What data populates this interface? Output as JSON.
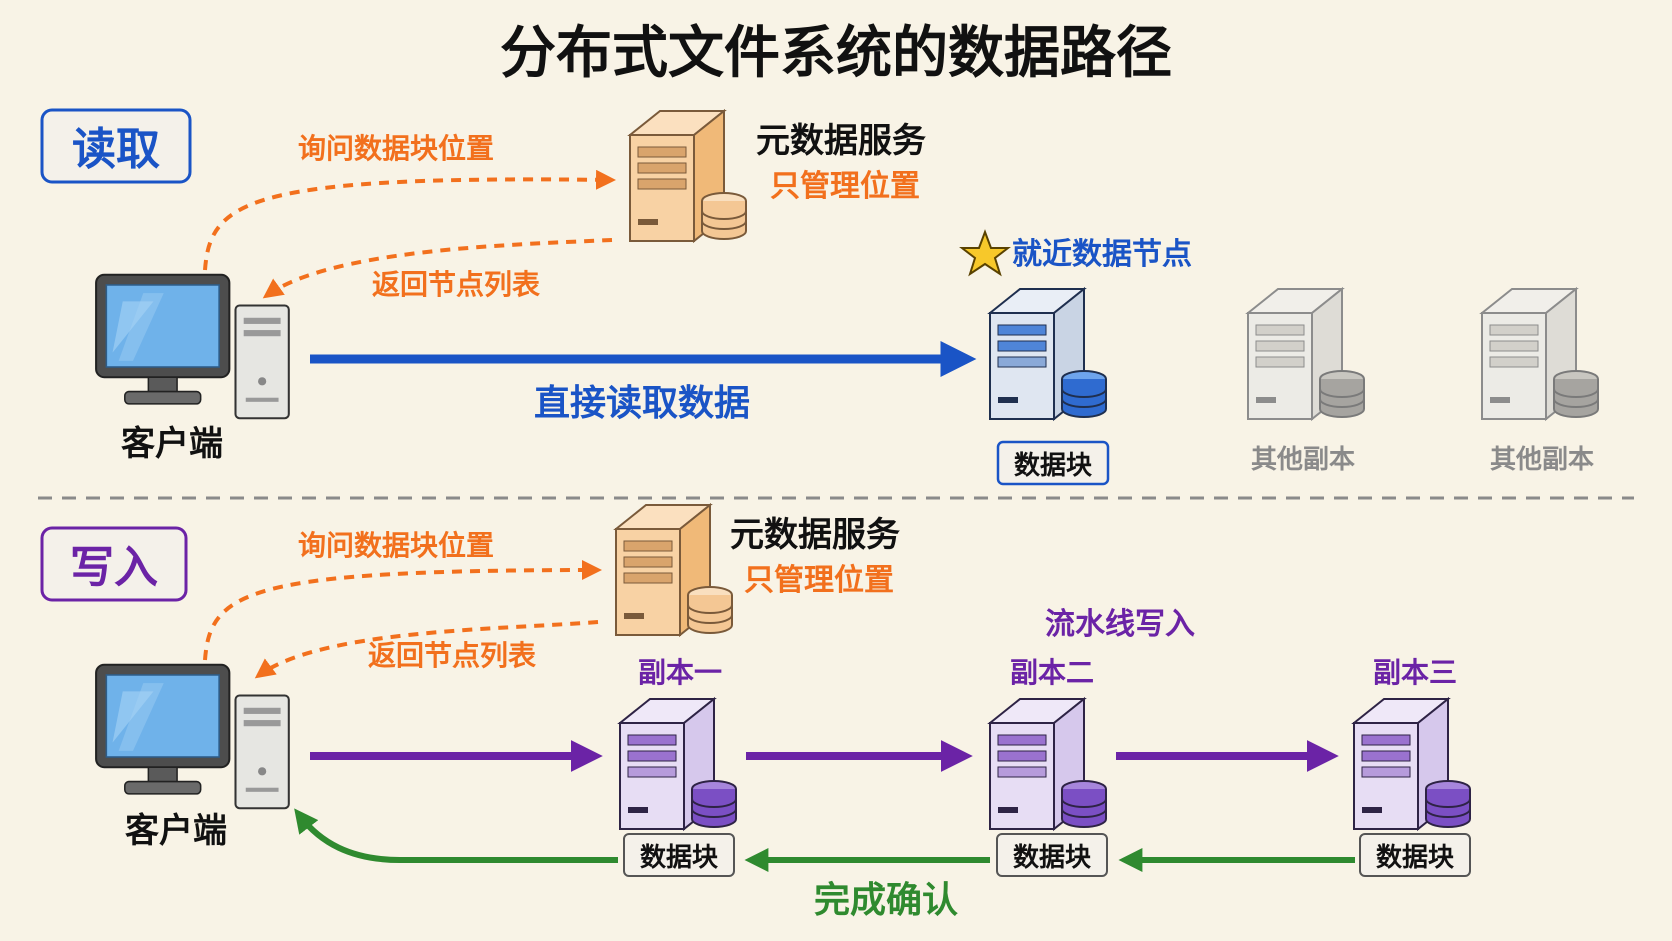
{
  "title": "分布式文件系统的数据路径",
  "read": {
    "section_label": "读取",
    "ask_label": "询问数据块位置",
    "return_label": "返回节点列表",
    "metadata_name": "元数据服务",
    "metadata_note": "只管理位置",
    "direct_label": "直接读取数据",
    "client_label": "客户端",
    "nearest_label": "就近数据节点",
    "block_label": "数据块",
    "other_replica_labels": [
      "其他副本",
      "其他副本"
    ]
  },
  "write": {
    "section_label": "写入",
    "ask_label": "询问数据块位置",
    "return_label": "返回节点列表",
    "metadata_name": "元数据服务",
    "metadata_note": "只管理位置",
    "pipeline_label": "流水线写入",
    "client_label": "客户端",
    "replica_labels": [
      "副本一",
      "副本二",
      "副本三"
    ],
    "block_labels": [
      "数据块",
      "数据块",
      "数据块"
    ],
    "ack_label": "完成确认"
  },
  "colors": {
    "background": "#f8f3e6",
    "read_accent": "#1a54c6",
    "write_accent": "#6b23a6",
    "metadata_orange": "#f2701d",
    "ack_green": "#2f8a2f",
    "faded_gray": "#a8a8a8"
  },
  "icons": [
    "desktop-computer-icon",
    "server-icon",
    "database-icon",
    "star-icon"
  ]
}
